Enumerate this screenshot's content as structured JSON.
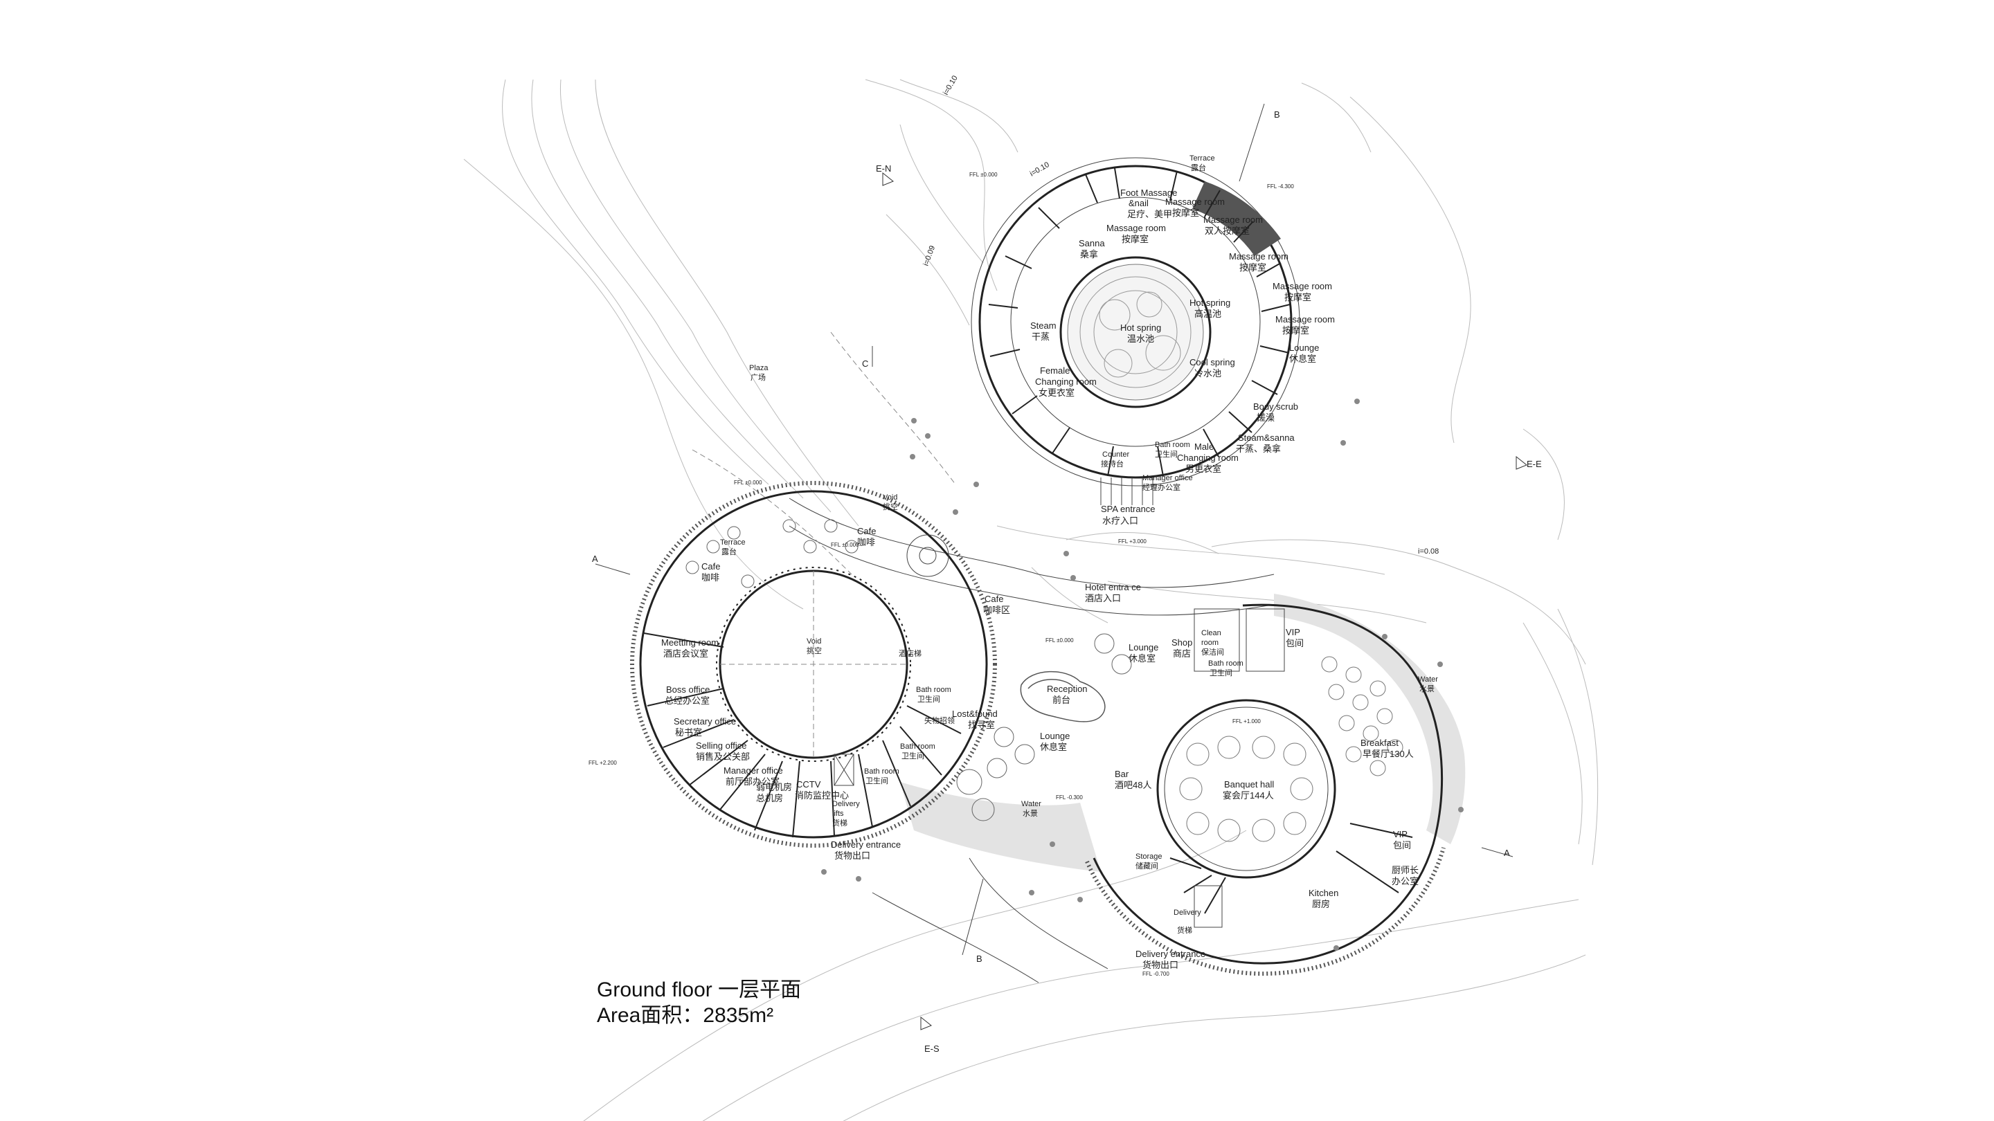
{
  "caption": {
    "line1": "Ground floor 一层平面",
    "line2": "Area面积：2835m²"
  },
  "section_marks": {
    "en": "E-N",
    "ee": "E-E",
    "es": "E-S",
    "a": "A",
    "b": "B",
    "c": "C"
  },
  "slopes": {
    "s1": "i=0.10",
    "s2": "i=0.10",
    "s3": "i=0.09",
    "s4": "i=0.08"
  },
  "spa_labels": {
    "terrace": "Terrace",
    "terrace_cn": "露台",
    "foot_massage": "Foot Massage",
    "nail": "&nail",
    "nail_cn": "足疗、美甲",
    "massage_room_1": "Massage room",
    "massage_room_1_cn": "按摩室",
    "sanna": "Sanna",
    "sanna_cn": "桑拿",
    "massage_room_2": "Massage room",
    "massage_room_2_cn": "按摩室",
    "massage_room_3": "Massage room",
    "massage_room_3_cn": "双人按摩室",
    "massage_room_4": "Massage room",
    "massage_room_4_cn": "按摩室",
    "massage_room_5": "Massage room",
    "massage_room_5_cn": "按摩室",
    "massage_room_6": "Massage room",
    "massage_room_6_cn": "按摩室",
    "steam": "Steam",
    "steam_cn": "干蒸",
    "hot_spring_1": "Hot spring",
    "hot_spring_1_cn": "温水池",
    "hot_spring_2": "Hot spring",
    "hot_spring_2_cn": "高温池",
    "cool_spring": "Cool spring",
    "cool_spring_cn": "冷水池",
    "lounge": "Lounge",
    "lounge_cn": "休息室",
    "female": "Female",
    "female_changing": "Changing room",
    "female_cn": "女更衣室",
    "body_scrub": "Body scrub",
    "body_scrub_cn": "搓澡",
    "steam_sanna": "Steam&sanna",
    "steam_sanna_cn": "干蒸、桑拿",
    "male": "Male",
    "male_changing": "Changing room",
    "male_cn": "男更衣室",
    "bath_room": "Bath room",
    "bath_room_cn": "卫生间",
    "counter": "Counter",
    "counter_cn": "接待台",
    "manager_office": "Manager office",
    "manager_office_cn": "经理办公室",
    "spa_entrance": "SPA entrance",
    "spa_entrance_cn": "水疗入口"
  },
  "site_labels": {
    "plaza": "Plaza",
    "plaza_cn": "广场",
    "void_top": "Void",
    "void_top_cn": "挑空",
    "cafe_top": "Cafe",
    "cafe_top_cn": "咖啡",
    "terrace": "Terrace",
    "terrace_cn": "露台",
    "cafe_left": "Cafe",
    "cafe_left_cn": "咖啡",
    "hotel_entrance": "Hotel entra   ce",
    "hotel_entrance_cn": "酒店入口",
    "cafe_area": "Cafe",
    "cafe_area_cn": "咖啡区",
    "water_left": "Water",
    "water_left_cn": "水景",
    "water_right": "Water",
    "water_right_cn": "水景"
  },
  "west_labels": {
    "meeting_room": "Meetting room",
    "meeting_room_cn": "酒店会议室",
    "void": "Void",
    "void_cn": "挑空",
    "boss_office": "Boss office",
    "boss_office_cn": "总经办公室",
    "secretary_office": "Secretary office",
    "secretary_office_cn": "秘书室",
    "selling_office": "Selling office",
    "selling_office_cn": "销售及公关部",
    "manager_office": "Manager office",
    "manager_office_cn": "前厅部办公室",
    "cctv": "CCTV",
    "cctv_cn": "消防监控中心",
    "weak_room_cn": "弱电机房",
    "main_room_cn": "总机房",
    "delivery": "Delivery",
    "lifts": "lifts",
    "lifts_cn": "货梯",
    "delivery_entrance": "Delivery entrance",
    "delivery_entrance_cn": "货物出口",
    "bath_room_1": "Bath room",
    "bath_room_1_cn": "卫生间",
    "bath_room_2": "Bath room",
    "bath_room_2_cn": "卫生间",
    "bath_room_3": "Bath room",
    "bath_room_3_cn": "卫生间",
    "lost_found": "Lost&found",
    "lost_found_cn": "失物招领",
    "lost_found_2_cn": "找寻室",
    "reception": "Reception",
    "reception_cn": "前台",
    "lounge": "Lounge",
    "lounge_cn": "休息室",
    "hotel_lift_cn": "酒店梯"
  },
  "east_labels": {
    "lounge": "Lounge",
    "lounge_cn": "休息室",
    "shop": "Shop",
    "shop_cn": "商店",
    "clean_room": "Clean",
    "clean_room_2": "room",
    "clean_room_cn": "保洁间",
    "bath_room": "Bath room",
    "bath_room_cn": "卫生间",
    "vip_1": "VIP",
    "vip_1_cn": "包间",
    "breakfast": "Breakfast",
    "breakfast_cn": "早餐厅130人",
    "banquet_hall": "Banquet hall",
    "banquet_hall_cn": "宴会厅144人",
    "bar": "Bar",
    "bar_cn": "酒吧48人",
    "storage": "Storage",
    "storage_cn": "储藏间",
    "vip_2": "VIP",
    "vip_2_cn": "包间",
    "chef_office_cn": "厨师长",
    "chef_office_2_cn": "办公室",
    "kitchen": "Kitchen",
    "kitchen_cn": "厨房",
    "delivery": "Delivery",
    "lifts_cn": "货梯",
    "delivery_entrance": "Delivery entrance",
    "delivery_entrance_cn": "货物出口"
  },
  "levels": {
    "ffl_1": "FFL ±0.000",
    "ffl_2": "FFL ±0.000",
    "ffl_3": "FFL ±0.000",
    "ffl_4": "FFL ±0.000",
    "ffl_5": "FFL -0.300",
    "ffl_6": "FFL +1.000",
    "ffl_7": "FFL +3.000",
    "ffl_8": "FFL -4.300",
    "ffl_9": "FFL +2.200",
    "ffl_10": "FFL -0.700"
  }
}
